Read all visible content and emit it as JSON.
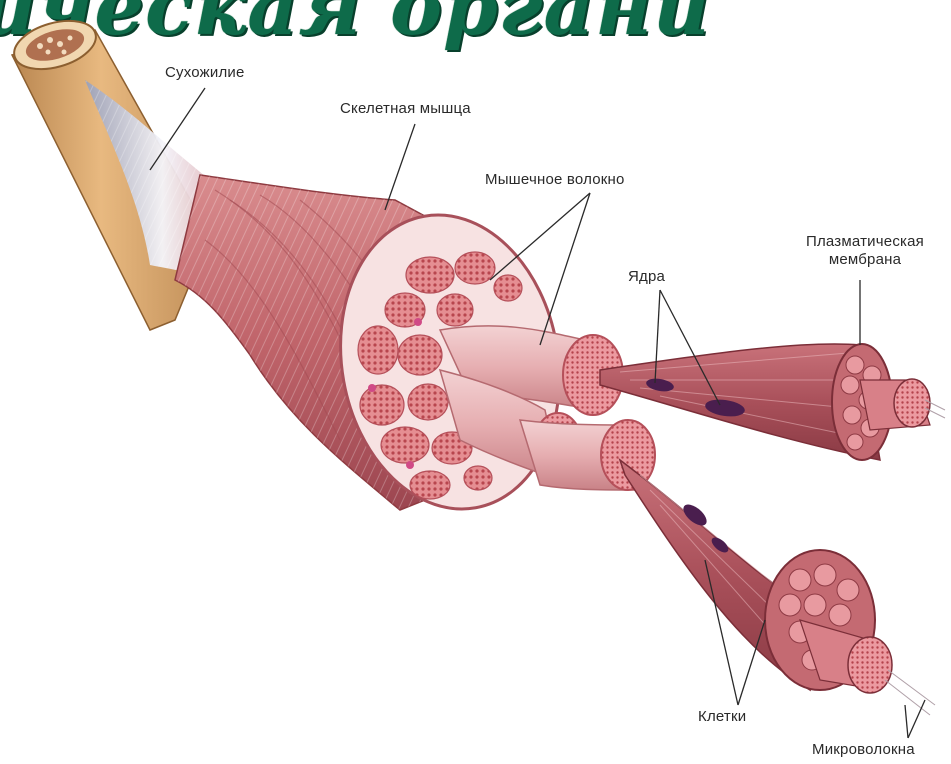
{
  "title_fragment": "ическая органи",
  "labels": {
    "tendon": "Сухожилие",
    "skeletal_muscle": "Скелетная мышца",
    "muscle_fiber": "Мышечное волокно",
    "nuclei": "Ядра",
    "plasma_membrane_line1": "Плазматическая",
    "plasma_membrane_line2": "мембрана",
    "cells": "Клетки",
    "microfibers": "Микроволокна"
  },
  "colors": {
    "title": "#0e6b4a",
    "muscle": "#c0646a",
    "muscle_dark": "#8e3a40",
    "muscle_light": "#e9b7b9",
    "bone": "#d9a56a",
    "tendon": "#e6e8f0",
    "nucleus": "#4a1e4e"
  }
}
